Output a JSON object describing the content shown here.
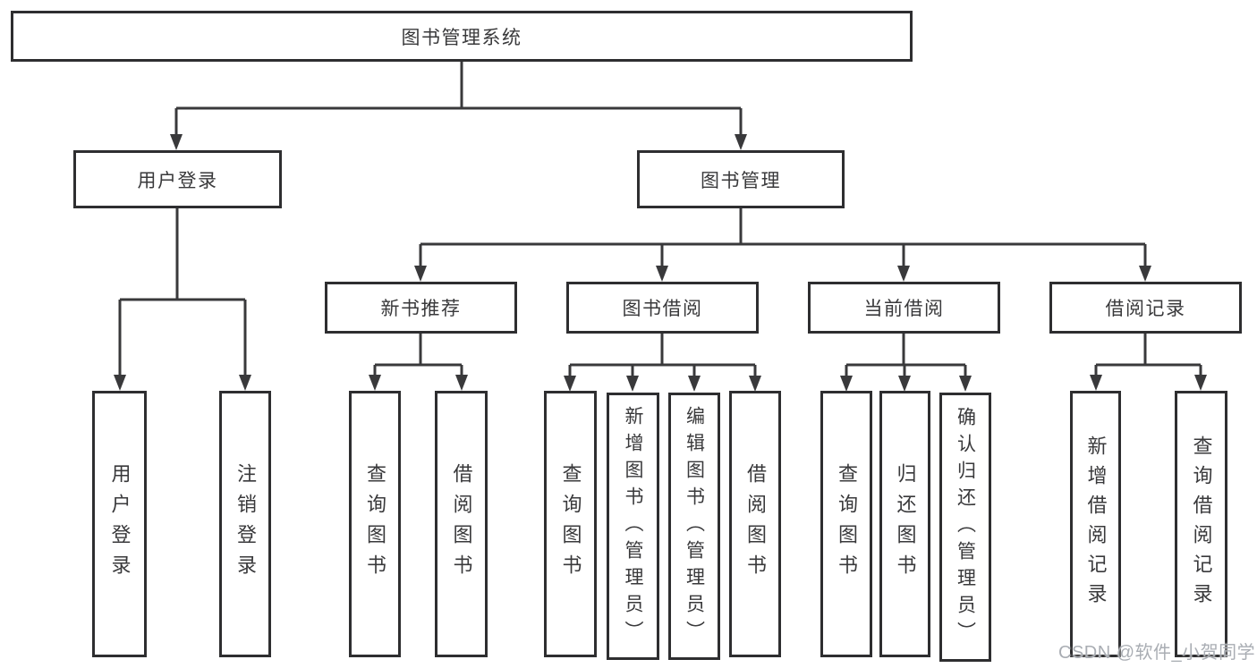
{
  "tree": {
    "label": "图书管理系统",
    "children": [
      {
        "label": "用户登录",
        "children": [
          {
            "label": "用户登录"
          },
          {
            "label": "注销登录"
          }
        ]
      },
      {
        "label": "图书管理",
        "children": [
          {
            "label": "新书推荐",
            "children": [
              {
                "label": "查询图书"
              },
              {
                "label": "借阅图书"
              }
            ]
          },
          {
            "label": "图书借阅",
            "children": [
              {
                "label": "查询图书"
              },
              {
                "label": "新增图书（管理员）"
              },
              {
                "label": "编辑图书（管理员）"
              },
              {
                "label": "借阅图书"
              }
            ]
          },
          {
            "label": "当前借阅",
            "children": [
              {
                "label": "查询图书"
              },
              {
                "label": "归还图书"
              },
              {
                "label": "确认归还（管理员）"
              }
            ]
          },
          {
            "label": "借阅记录",
            "children": [
              {
                "label": "新增借阅记录"
              },
              {
                "label": "查询借阅记录"
              }
            ]
          }
        ]
      }
    ]
  },
  "watermark": {
    "text": "CSDN @软件_小贺同学"
  },
  "colors": {
    "line": "#39393b",
    "border": "#2e2e30",
    "text": "#39393b",
    "watermark": "#a9adb3"
  }
}
